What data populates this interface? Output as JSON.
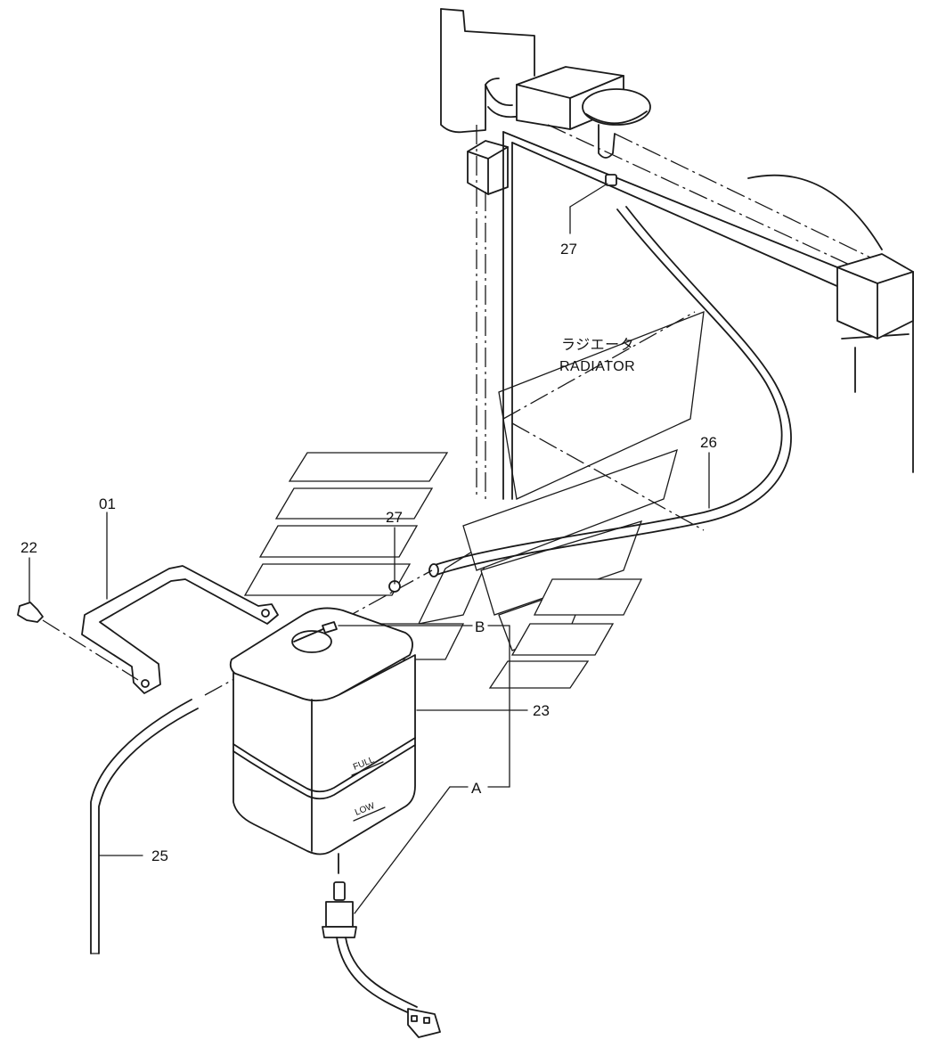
{
  "radiator": {
    "label_jp": "ラジエータ",
    "label_en": "RADIATOR"
  },
  "tank": {
    "full_mark": "FULL",
    "low_mark": "LOW"
  },
  "callouts": {
    "p01": "01",
    "p22": "22",
    "p23": "23",
    "p25": "25",
    "p26": "26",
    "p27_top": "27",
    "p27_mid": "27",
    "ref_a": "A",
    "ref_b": "B"
  }
}
